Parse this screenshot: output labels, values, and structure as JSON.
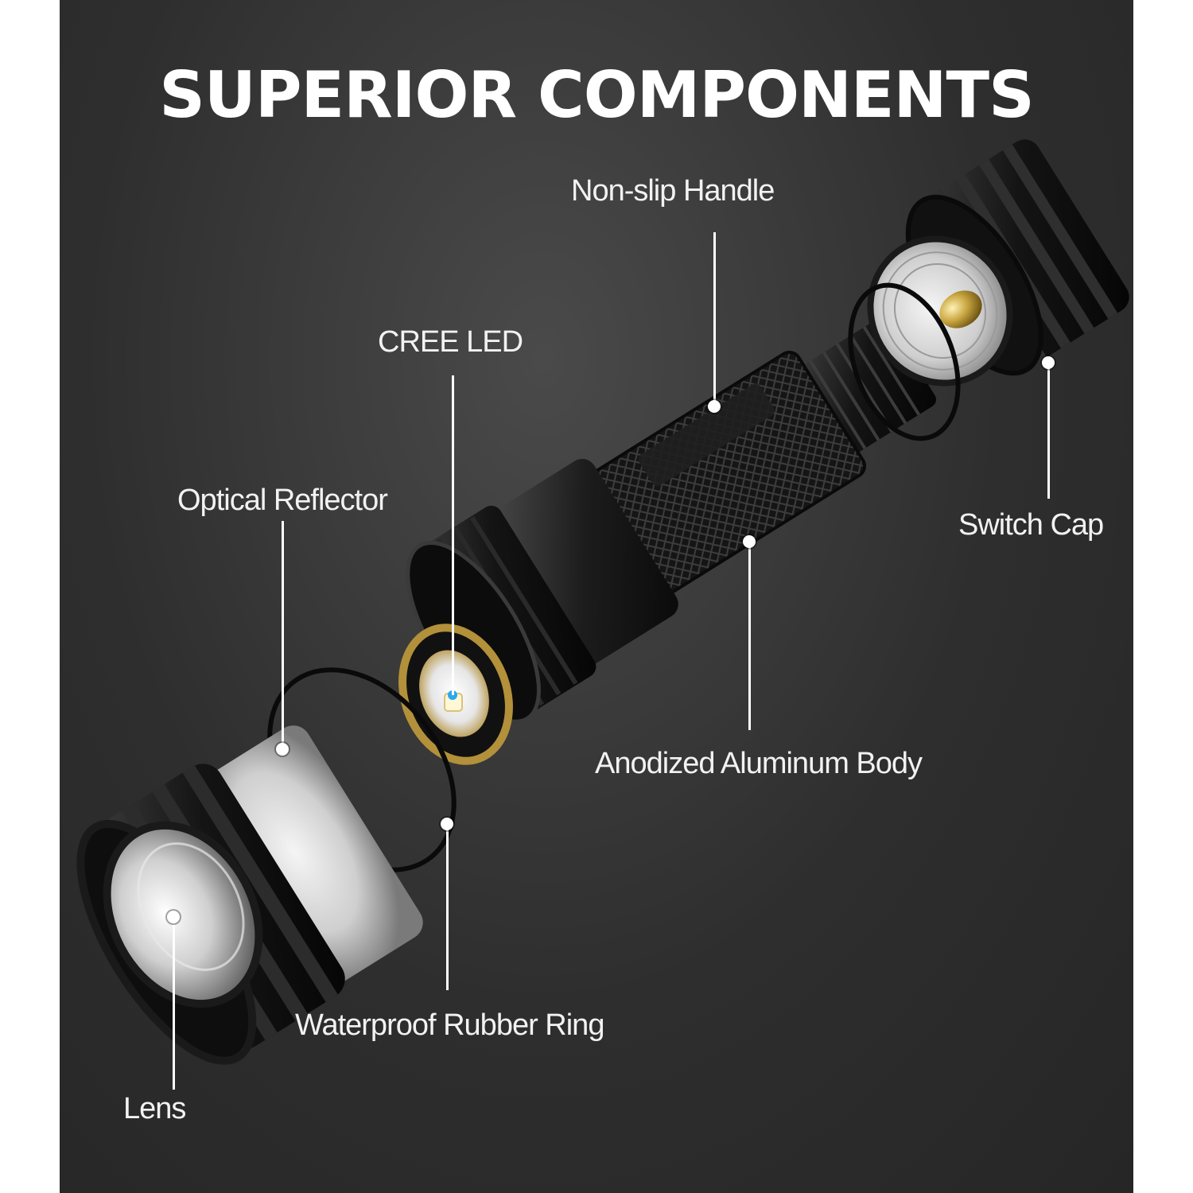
{
  "headline": "SUPERIOR COMPONENTS",
  "colors": {
    "background": "#2e2e2e",
    "text": "#ffffff",
    "led_blue": "#2aa8f0",
    "contact_gold": "#c9a640"
  },
  "callouts": {
    "non_slip_handle": "Non-slip Handle",
    "cree_led": "CREE LED",
    "optical_reflector": "Optical Reflector",
    "switch_cap": "Switch Cap",
    "anodized_body": "Anodized Aluminum Body",
    "rubber_ring": "Waterproof Rubber Ring",
    "lens": "Lens"
  }
}
